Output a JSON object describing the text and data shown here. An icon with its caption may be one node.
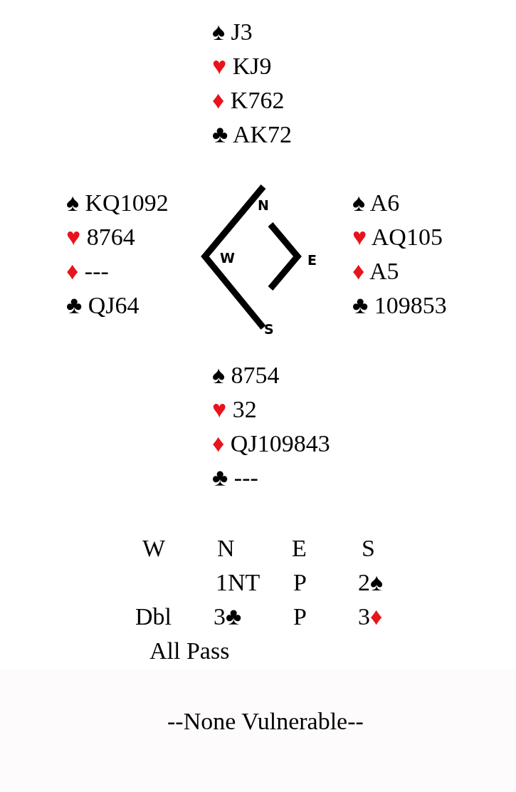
{
  "diagram": {
    "caption": "--None Vulnerable--",
    "labels": [
      "♠ J3",
      "♥ KJ9",
      "♦ K762",
      "♣ AK72",
      "♠ KQ1092",
      "♥ 8764",
      "♦ ---",
      "♣ QJ64",
      "N",
      "W",
      "E",
      "S",
      "♠ A6",
      "♥ AQ105",
      "♦ A5",
      "♣ 109853",
      "♠ 8754",
      "♥ 32",
      "♦ QJ109843",
      "♣ ---",
      "W",
      "N",
      "E",
      "S",
      "1NT",
      "P",
      "2♠",
      "Dbl",
      "3♣",
      "P",
      "3♦",
      "All Pass"
    ]
  }
}
